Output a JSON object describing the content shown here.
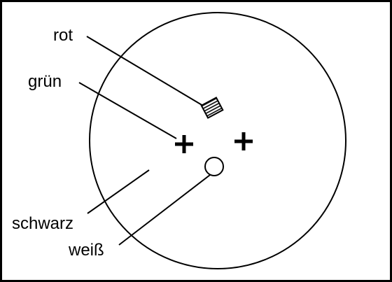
{
  "labels": {
    "red": "rot",
    "green": "grün",
    "black": "schwarz",
    "white": "weiß"
  },
  "colors": {
    "ink": "#000000",
    "background": "#ffffff"
  }
}
